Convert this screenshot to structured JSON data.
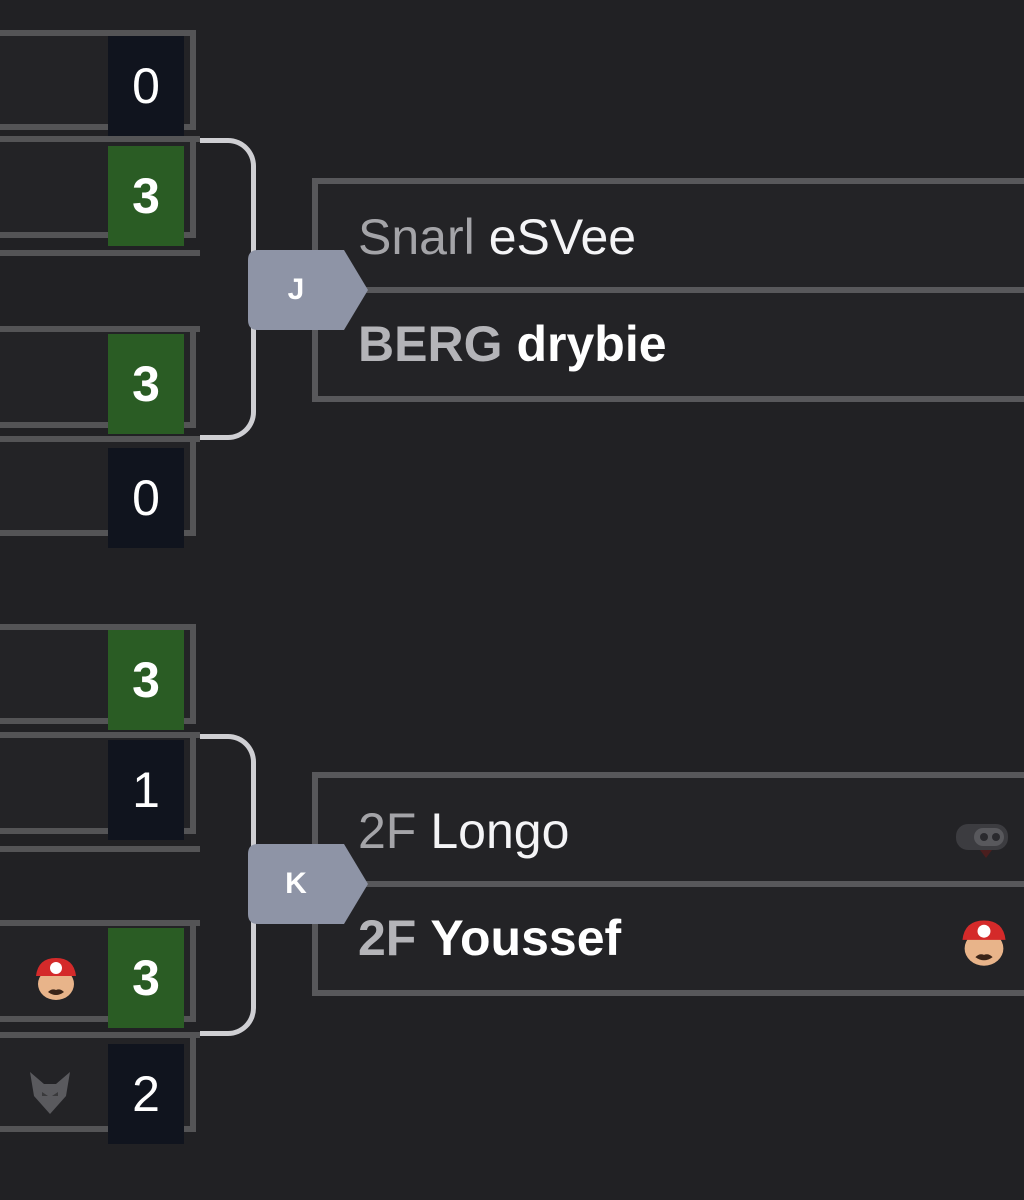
{
  "bracket": {
    "upper_left": {
      "slots": [
        {
          "score": "0",
          "result": "lose"
        },
        {
          "score": "3",
          "result": "win"
        },
        {
          "score": "3",
          "result": "win"
        },
        {
          "score": "0",
          "result": "lose"
        }
      ]
    },
    "lower_left": {
      "slots": [
        {
          "score": "3",
          "result": "win",
          "icon": ""
        },
        {
          "score": "1",
          "result": "lose",
          "icon": ""
        },
        {
          "score": "3",
          "result": "win",
          "icon": "mario-icon"
        },
        {
          "score": "2",
          "result": "lose",
          "icon": "wolf-icon"
        }
      ]
    },
    "match_j": {
      "label": "J",
      "top": {
        "prefix": "Snarl",
        "name": "eSVee"
      },
      "bottom": {
        "prefix": "BERG",
        "name": "drybie"
      }
    },
    "match_k": {
      "label": "K",
      "top": {
        "prefix": "2F",
        "name": "Longo",
        "icon": "character-icon"
      },
      "bottom": {
        "prefix": "2F",
        "name": "Youssef",
        "icon": "mario-icon"
      }
    }
  },
  "colors": {
    "background": "#212124",
    "win": "#2a5c24",
    "lose": "#10141e",
    "border": "#545456",
    "badge": "#8e94a6"
  }
}
